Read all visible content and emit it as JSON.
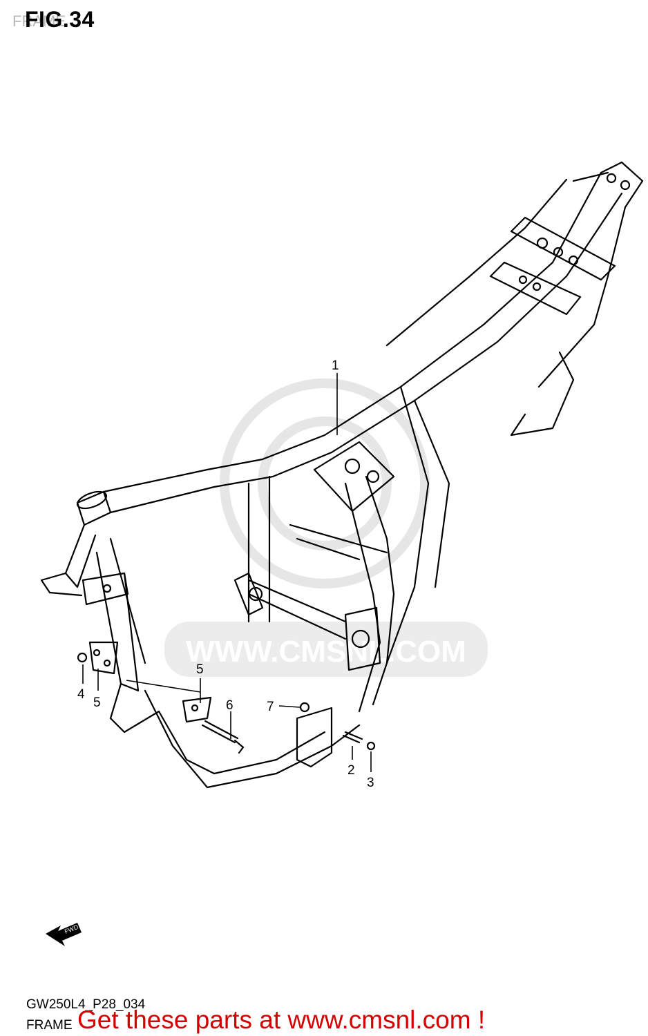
{
  "header": {
    "figure_label": "FIG.34",
    "subtitle": "FRAME"
  },
  "watermark": {
    "text": "WWW.CMSNL.COM"
  },
  "callouts": {
    "c1": "1",
    "c2": "2",
    "c3": "3",
    "c4": "4",
    "c5a": "5",
    "c5b": "5",
    "c6": "6",
    "c7": "7"
  },
  "direction_arrow": {
    "text": "FWD"
  },
  "footer": {
    "code": "GW250L4_P28_034",
    "name": "FRAME",
    "promo": "Get these parts at www.cmsnl.com !"
  },
  "colors": {
    "line": "#000000",
    "watermark": "#e6e6e6",
    "promo": "#d40000"
  }
}
